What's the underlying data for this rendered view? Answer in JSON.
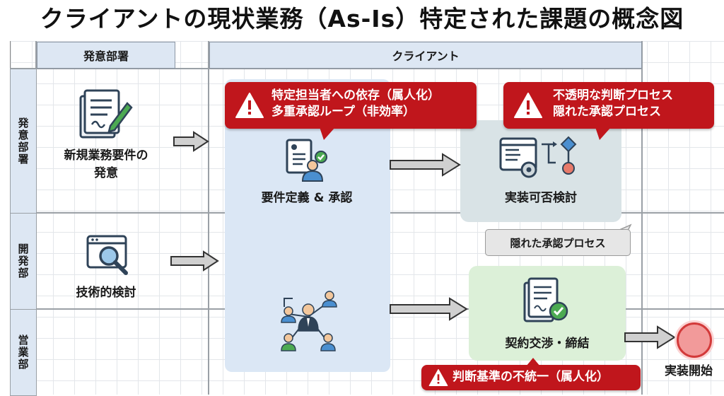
{
  "title": "クライアントの現状業務（As-Is）特定された課題の概念図",
  "columns": {
    "dept": "発意部署",
    "client": "クライアント"
  },
  "lanes": {
    "dept": "発意部署",
    "dev": "開発部",
    "sales": "営業部"
  },
  "nodes": {
    "new_request_line1": "新規業務要件の",
    "new_request_line2": "発意",
    "tech_review": "技術的検討",
    "req_def": "要件定義 & 承認",
    "impl_review": "実装可否検討",
    "contract": "契約交渉・締結",
    "start": "実装開始"
  },
  "warnings": {
    "w1_line1": "特定担当者への依存（属人化）",
    "w1_line2": "多重承認ループ（非効率）",
    "w2_line1": "不透明な判断プロセス",
    "w2_line2": "隠れた承認プロセス",
    "w3": "判断基準の不統一（属人化）"
  },
  "callout": "隠れた承認プロセス",
  "colors": {
    "warning": "#c0161c",
    "lane_header": "#dde7f3",
    "client_panel": "#dbe7f5",
    "impl_box": "#d9e3e6",
    "contract_box": "#dcf0d8",
    "end_node": "#f29a9a"
  }
}
